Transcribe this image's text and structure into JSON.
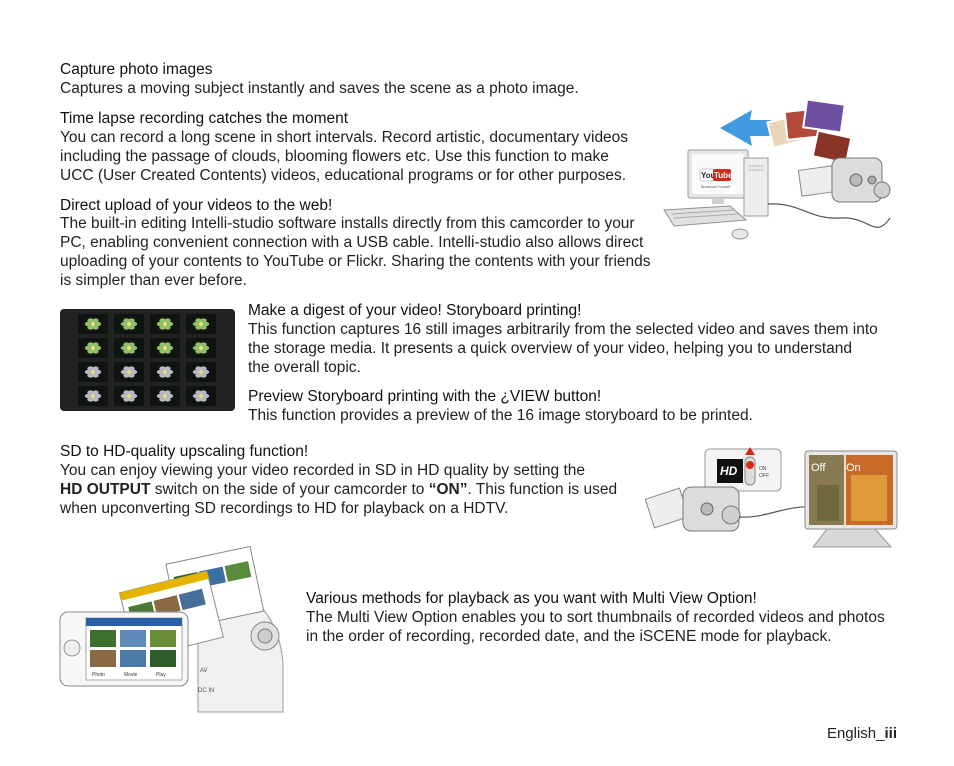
{
  "sections": {
    "capture": {
      "heading": "Capture photo images",
      "body": "Captures a moving subject instantly and saves the scene as a photo image."
    },
    "timelapse": {
      "heading": "Time lapse recording catches the moment",
      "lines": [
        "You can record a long scene in short intervals. Record artistic, documentary videos",
        "including the passage of clouds, blooming flowers etc. Use this function to make",
        "UCC (User Created Contents) videos, educational programs or for other purposes."
      ]
    },
    "upload": {
      "heading": "Direct upload of your videos to the web!",
      "lines": [
        "The built-in editing Intelli-studio software installs directly from this camcorder to your",
        "PC, enabling convenient connection with a USB cable. Intelli-studio also allows direct",
        "uploading of your contents to YouTube or Flickr. Sharing the contents with your friends",
        "is simpler than ever before."
      ]
    },
    "storyboard": {
      "heading": "Make a digest of your video! Storyboard printing!",
      "lines": [
        "This function captures 16 still images arbitrarily from the selected video and saves them into",
        "the storage media. It presents a quick overview of your video, helping you to understand",
        "the overall topic."
      ]
    },
    "preview": {
      "heading": "Preview Storyboard printing with the ¿VIEW button!",
      "body": "This function provides a preview of the 16 image storyboard to be printed."
    },
    "hd": {
      "heading": "SD to HD-quality upscaling function!",
      "line1": "You can enjoy viewing your video recorded in SD in HD quality by setting the",
      "line2_bold1": "HD OUTPUT",
      "line2_mid": " switch on the side of your camcorder to ",
      "line2_bold2": "“ON”",
      "line2_end": ". This function is used",
      "line3": "when upconverting SD recordings to HD for playback on a HDTV."
    },
    "multiview": {
      "heading": "Various methods for playback as you want with Multi View Option!",
      "lines": [
        "The Multi View Option enables you to sort thumbnails of recorded videos and photos",
        "in the order of recording, recorded date, and the iSCENE mode for playback."
      ]
    }
  },
  "illustrations": {
    "youtube": {
      "brand": "You",
      "brand2": "Tube",
      "tagline": "Broadcast Yourself"
    },
    "hd_switch": {
      "logo": "HD",
      "on": "ON",
      "off": "OFF"
    },
    "tv": {
      "off_label": "Off",
      "on_label": "On"
    },
    "camcorder_ports": {
      "av": "AV",
      "dcin": "DC IN"
    },
    "multiview_tabs": {
      "photo": "Photo",
      "movie": "Movie",
      "play": "Play"
    }
  },
  "footer": {
    "language": "English_",
    "page": "iii"
  },
  "colors": {
    "youtube_red": "#d42a1a",
    "arrow_blue": "#2a8fdc",
    "tv_warm": "#c86b28"
  }
}
